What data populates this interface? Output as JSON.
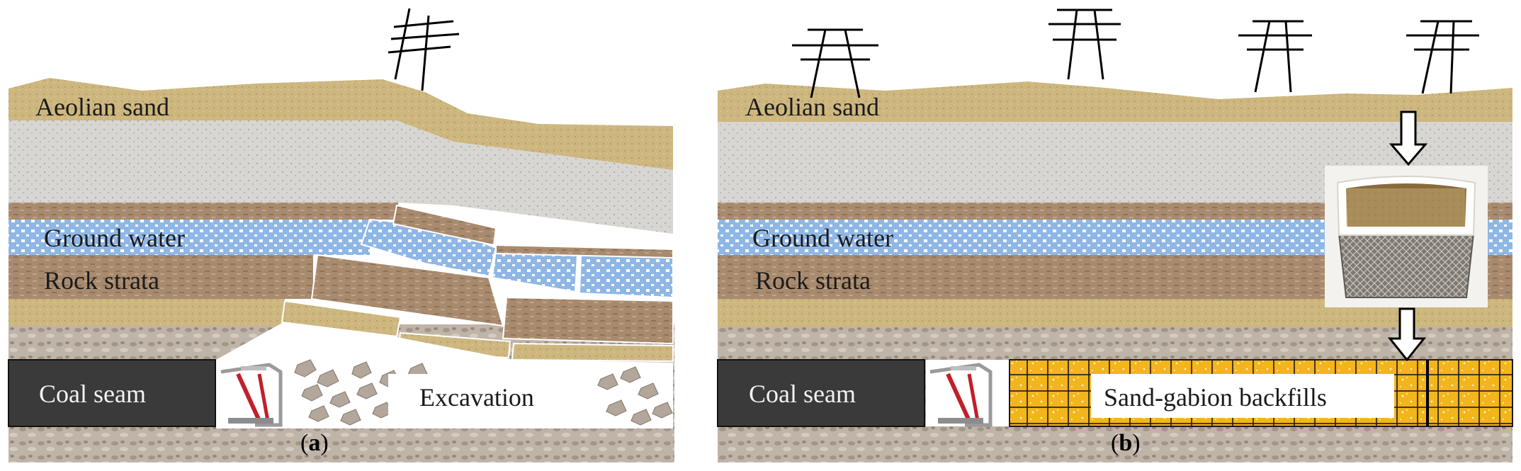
{
  "panel_a": {
    "caption_letter": "a",
    "layers": {
      "aeolian_sand": "Aeolian sand",
      "ground_water": "Ground water",
      "rock_strata": "Rock strata",
      "coal_seam": "Coal seam"
    },
    "excavation_label": "Excavation"
  },
  "panel_b": {
    "caption_letter": "b",
    "layers": {
      "aeolian_sand": "Aeolian sand",
      "ground_water": "Ground water",
      "rock_strata": "Rock strata",
      "coal_seam": "Coal seam"
    },
    "backfill_label": "Sand-gabion backfills"
  },
  "colors": {
    "sand": "#c9b37a",
    "gray_sand": "#d6d4d0",
    "water": "#8fb7e6",
    "rock": "#a88a6e",
    "gravel": "#b0a598",
    "coal": "#3a3a3a",
    "gabion": "#f2b51c"
  }
}
